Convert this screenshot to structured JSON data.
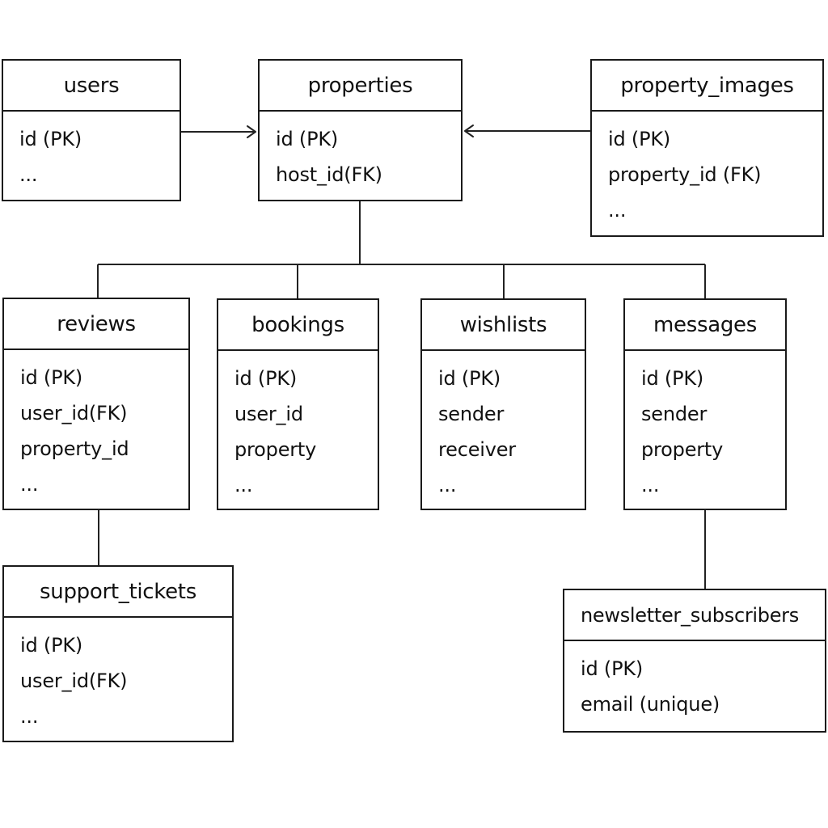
{
  "entities": {
    "users": {
      "name": "users",
      "fields": [
        "id (PK)",
        "..."
      ]
    },
    "properties": {
      "name": "properties",
      "fields": [
        "id (PK)",
        "host_id(FK)"
      ]
    },
    "property_images": {
      "name": "property_images",
      "fields": [
        "id (PK)",
        "property_id (FK)",
        "..."
      ]
    },
    "reviews": {
      "name": "reviews",
      "fields": [
        "id (PK)",
        "user_id(FK)",
        "property_id",
        "..."
      ]
    },
    "bookings": {
      "name": "bookings",
      "fields": [
        "id (PK)",
        "user_id",
        "property",
        "..."
      ]
    },
    "wishlists": {
      "name": "wishlists",
      "fields": [
        "id (PK)",
        "sender",
        "receiver",
        "..."
      ]
    },
    "messages": {
      "name": "messages",
      "fields": [
        "id (PK)",
        "sender",
        "property",
        "..."
      ]
    },
    "support_tickets": {
      "name": "support_tickets",
      "fields": [
        "id (PK)",
        "user_id(FK)",
        "..."
      ]
    },
    "newsletter_subscribers": {
      "name": "newsletter_subscribers",
      "fields": [
        "id (PK)",
        "email (unique)"
      ]
    }
  },
  "relationships": [
    {
      "from": "users",
      "to": "properties",
      "style": "arrow"
    },
    {
      "from": "property_images",
      "to": "properties",
      "style": "arrow"
    },
    {
      "from": "properties",
      "to": "reviews",
      "style": "line"
    },
    {
      "from": "properties",
      "to": "bookings",
      "style": "line"
    },
    {
      "from": "properties",
      "to": "wishlists",
      "style": "line"
    },
    {
      "from": "properties",
      "to": "messages",
      "style": "line"
    },
    {
      "from": "reviews",
      "to": "support_tickets",
      "style": "line"
    },
    {
      "from": "messages",
      "to": "newsletter_subscribers",
      "style": "line"
    }
  ]
}
